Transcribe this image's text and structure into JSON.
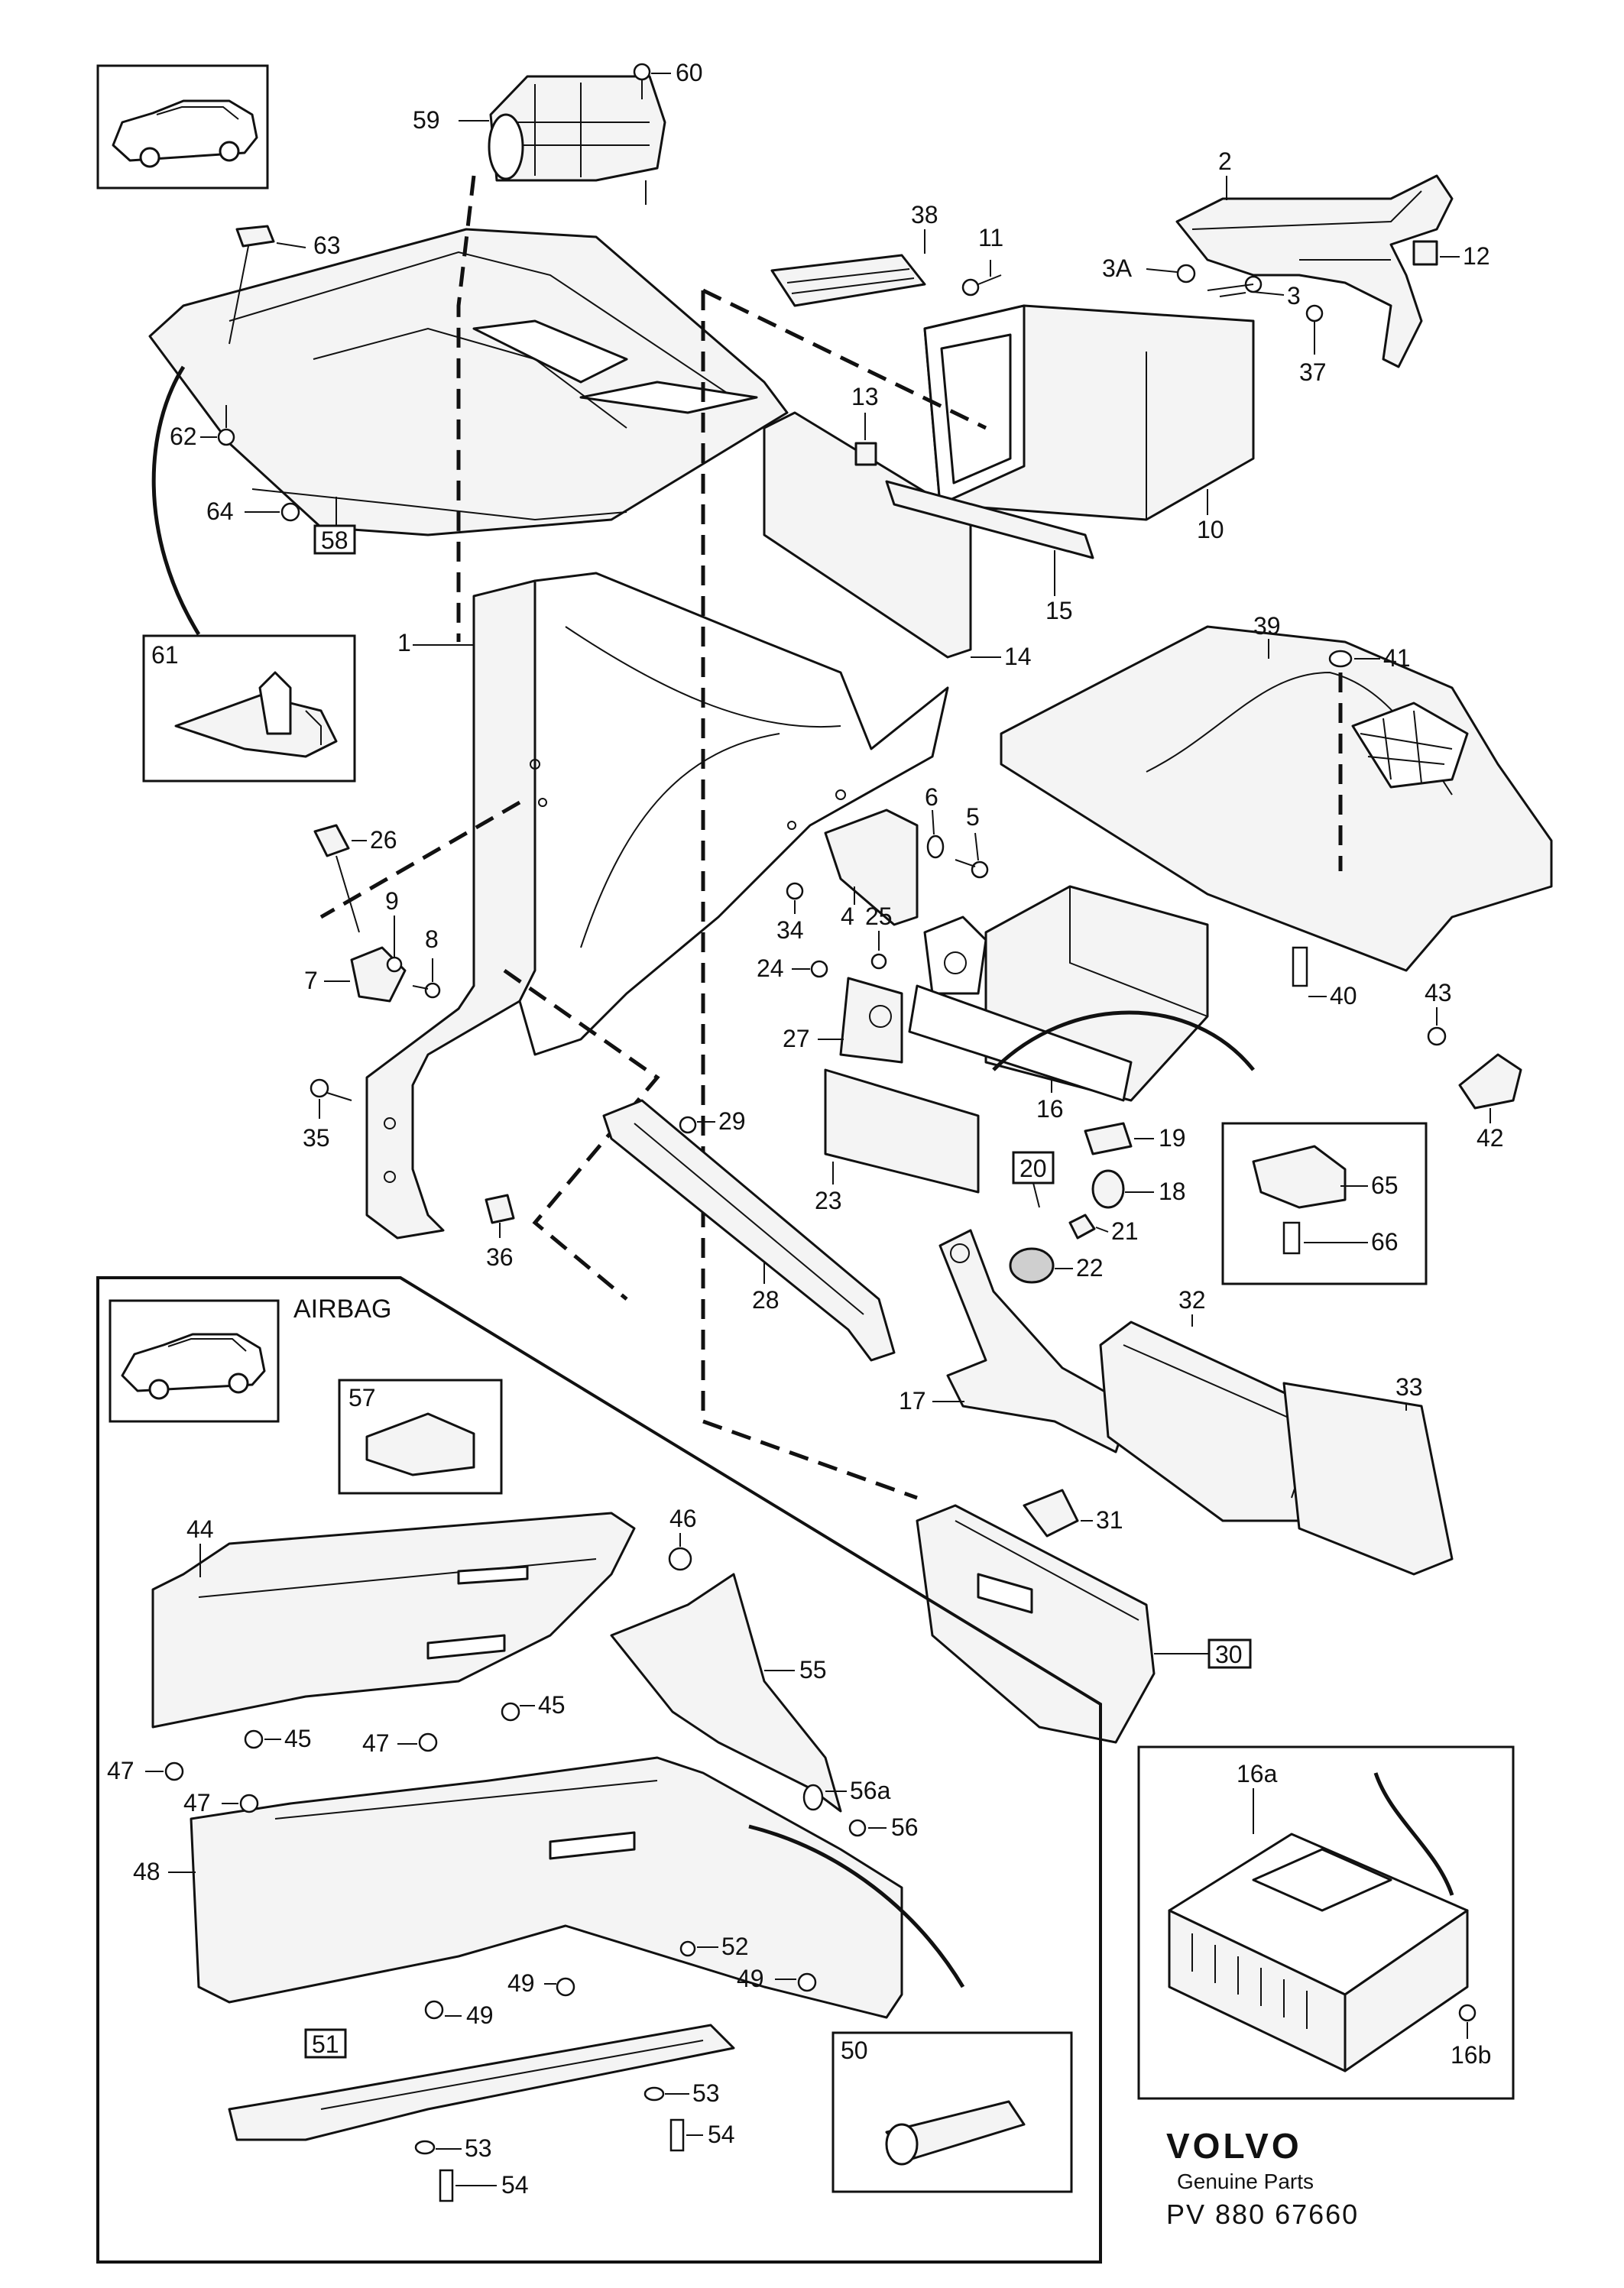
{
  "airbag_section": {
    "title": "AIRBAG"
  },
  "footer": {
    "brand": "VOLVO",
    "tagline": "Genuine Parts",
    "code": "PV 880 67660"
  },
  "callouts": {
    "p1": "1",
    "p2": "2",
    "p3": "3",
    "p3a": "3A",
    "p4": "4",
    "p5": "5",
    "p6": "6",
    "p7": "7",
    "p8": "8",
    "p9": "9",
    "p10": "10",
    "p11": "11",
    "p12": "12",
    "p13": "13",
    "p14": "14",
    "p15": "15",
    "p16": "16",
    "p16a": "16a",
    "p16b": "16b",
    "p17": "17",
    "p18": "18",
    "p19": "19",
    "p20": "20",
    "p21": "21",
    "p22": "22",
    "p23": "23",
    "p24": "24",
    "p25": "25",
    "p26": "26",
    "p27": "27",
    "p28": "28",
    "p29": "29",
    "p30": "30",
    "p31": "31",
    "p32": "32",
    "p33": "33",
    "p34": "34",
    "p35": "35",
    "p36": "36",
    "p37": "37",
    "p38": "38",
    "p39": "39",
    "p40": "40",
    "p41": "41",
    "p42": "42",
    "p43": "43",
    "p44": "44",
    "p45a": "45",
    "p45b": "45",
    "p46": "46",
    "p47a": "47",
    "p47b": "47",
    "p47c": "47",
    "p48": "48",
    "p49a": "49",
    "p49b": "49",
    "p49c": "49",
    "p50": "50",
    "p51": "51",
    "p52": "52",
    "p53a": "53",
    "p53b": "53",
    "p54a": "54",
    "p54b": "54",
    "p55": "55",
    "p56": "56",
    "p56a": "56a",
    "p57": "57",
    "p58": "58",
    "p59": "59",
    "p60": "60",
    "p61": "61",
    "p62": "62",
    "p63": "63",
    "p64": "64",
    "p65": "65",
    "p66": "66"
  }
}
